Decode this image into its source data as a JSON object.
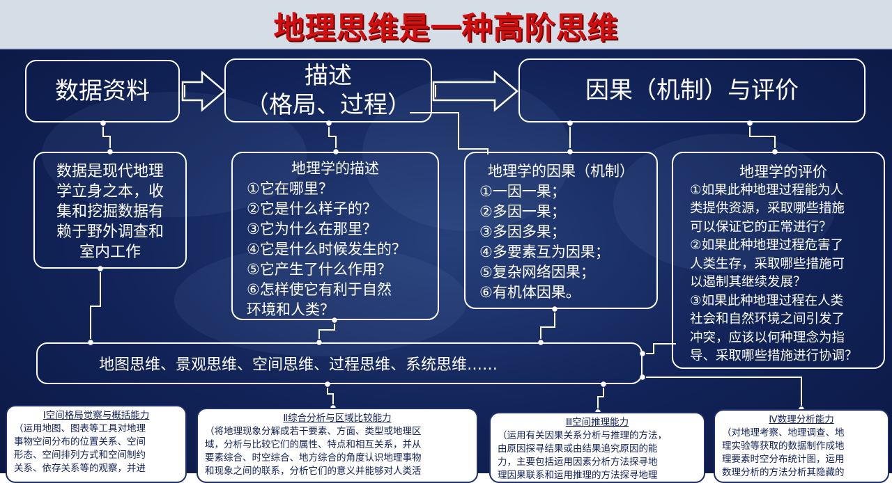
{
  "title": "地理思维是一种高阶思维",
  "top_boxes": {
    "data": "数据资料",
    "describe_line1": "描述",
    "describe_line2": "（格局、过程）",
    "cause": "因果（机制）与评价"
  },
  "data_box": {
    "lines": [
      "数据是现代地理",
      "学立身之本，收",
      "集和挖掘数据有",
      "赖于野外调查和",
      "室内工作"
    ]
  },
  "describe_box": {
    "title": "地理学的描述",
    "items": [
      "①它在哪里？",
      "②它是什么样子的？",
      "③它为什么在那里？",
      "④它是什么时候发生的？",
      "⑤它产生了什么作用？",
      "⑥怎样使它有利于自然",
      "环境和人类？"
    ]
  },
  "cause_box": {
    "title": "地理学的因果（机制）",
    "items": [
      "①一因一果；",
      "②多因一果；",
      "③多因多果；",
      "④多要素互为因果；",
      "⑤复杂网络因果；",
      "⑥有机体因果。"
    ]
  },
  "evaluate_box": {
    "title": "地理学的评价",
    "items": [
      "①如果此种地理过程能为人",
      "类提供资源，采取哪些措施",
      "可以保证它的正常进行？",
      "②如果此种地理过程危害了",
      "人类生存，采取哪些措施可",
      "以遏制其继续发展？",
      "③如果此种地理过程在人类",
      "社会和自然环境之间引发了",
      "冲突，应该以何种理念为指",
      "导、采取哪些措施进行协调？"
    ]
  },
  "thinking_bar": "地图思维、景观思维、空间思维、过程思维、系统思维……",
  "abilities": [
    {
      "title": "Ⅰ空间格局觉察与概括能力",
      "lines": [
        "（运用地图、图表等工具对地理",
        "事物空间分布的位置关系、空间",
        "形态、空间排列方式和空间制约",
        "关系、依存关系等的观察，并进"
      ]
    },
    {
      "title": "Ⅱ综合分析与区域比较能力",
      "lines": [
        "（将地理现象分解成若干要素、方面、类型或地理区",
        "域，分析与比较它们的属性、特点和相互关系，并从",
        "要素综合、时空综合、地方综合的角度认识地理事物",
        "和现象之间的联系，分析它们的意义并能够对人类活"
      ]
    },
    {
      "title": "Ⅲ空间推理能力",
      "lines": [
        "（运用有关因果关系分析与推理的方法，",
        "由原因探寻结果或由结果追究原因的能",
        "力，主要包括运用因素分析方法探寻地",
        "理因果联系和运用推理的方法探寻地理"
      ]
    },
    {
      "title": "Ⅳ数理分析能力",
      "lines": [
        "（对地理考察、地理调查、地",
        "理实验等获取的数据制作成地",
        "理要素时空分布统计图，运用",
        "数理分析的方法分析其隐藏的"
      ]
    }
  ]
}
